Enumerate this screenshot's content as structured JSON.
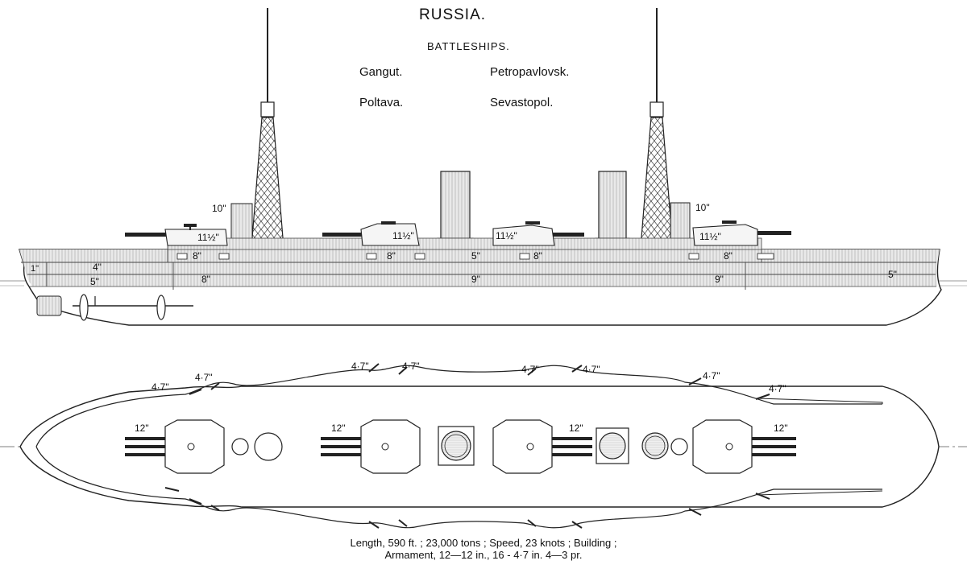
{
  "header": {
    "country": "RUSSIA.",
    "class_title": "BATTLESHIPS.",
    "ships": [
      "Gangut.",
      "Petropavlovsk.",
      "Poltava.",
      "Sevastopol."
    ]
  },
  "elevation_labels": {
    "bow_armor": "1\"",
    "belt_fore_upper": "4\"",
    "belt_fore_lower": "5\"",
    "belt_aft": "5\"",
    "upper_8_a": "8\"",
    "upper_8_b": "8\"",
    "upper_8_c": "8\"",
    "upper_8_d": "8\"",
    "upper_5": "5\"",
    "belt_main_a": "8\"",
    "belt_main_b": "9\"",
    "belt_main_c": "9\"",
    "conning_fore": "10\"",
    "conning_aft": "10\"",
    "turret_1": "11½\"",
    "turret_2": "11½\"",
    "turret_3": "11½\"",
    "turret_4": "11½\""
  },
  "plan_labels": {
    "sec_1": "4·7\"",
    "sec_2": "4·7\"",
    "sec_3": "4·7\"",
    "sec_4": "4·7\"",
    "sec_5": "4·7\"",
    "sec_6": "4·7\"",
    "sec_7": "4·7\"",
    "sec_8": "4·7\"",
    "main_1": "12\"",
    "main_2": "12\"",
    "main_3": "12\"",
    "main_4": "12\""
  },
  "footer": {
    "line1": "Length, 590 ft. ; 23,000 tons ; Speed, 23 knots ; Building ;",
    "line2": "Armament, 12—12 in., 16 - 4·7 in. 4—3 pr."
  }
}
